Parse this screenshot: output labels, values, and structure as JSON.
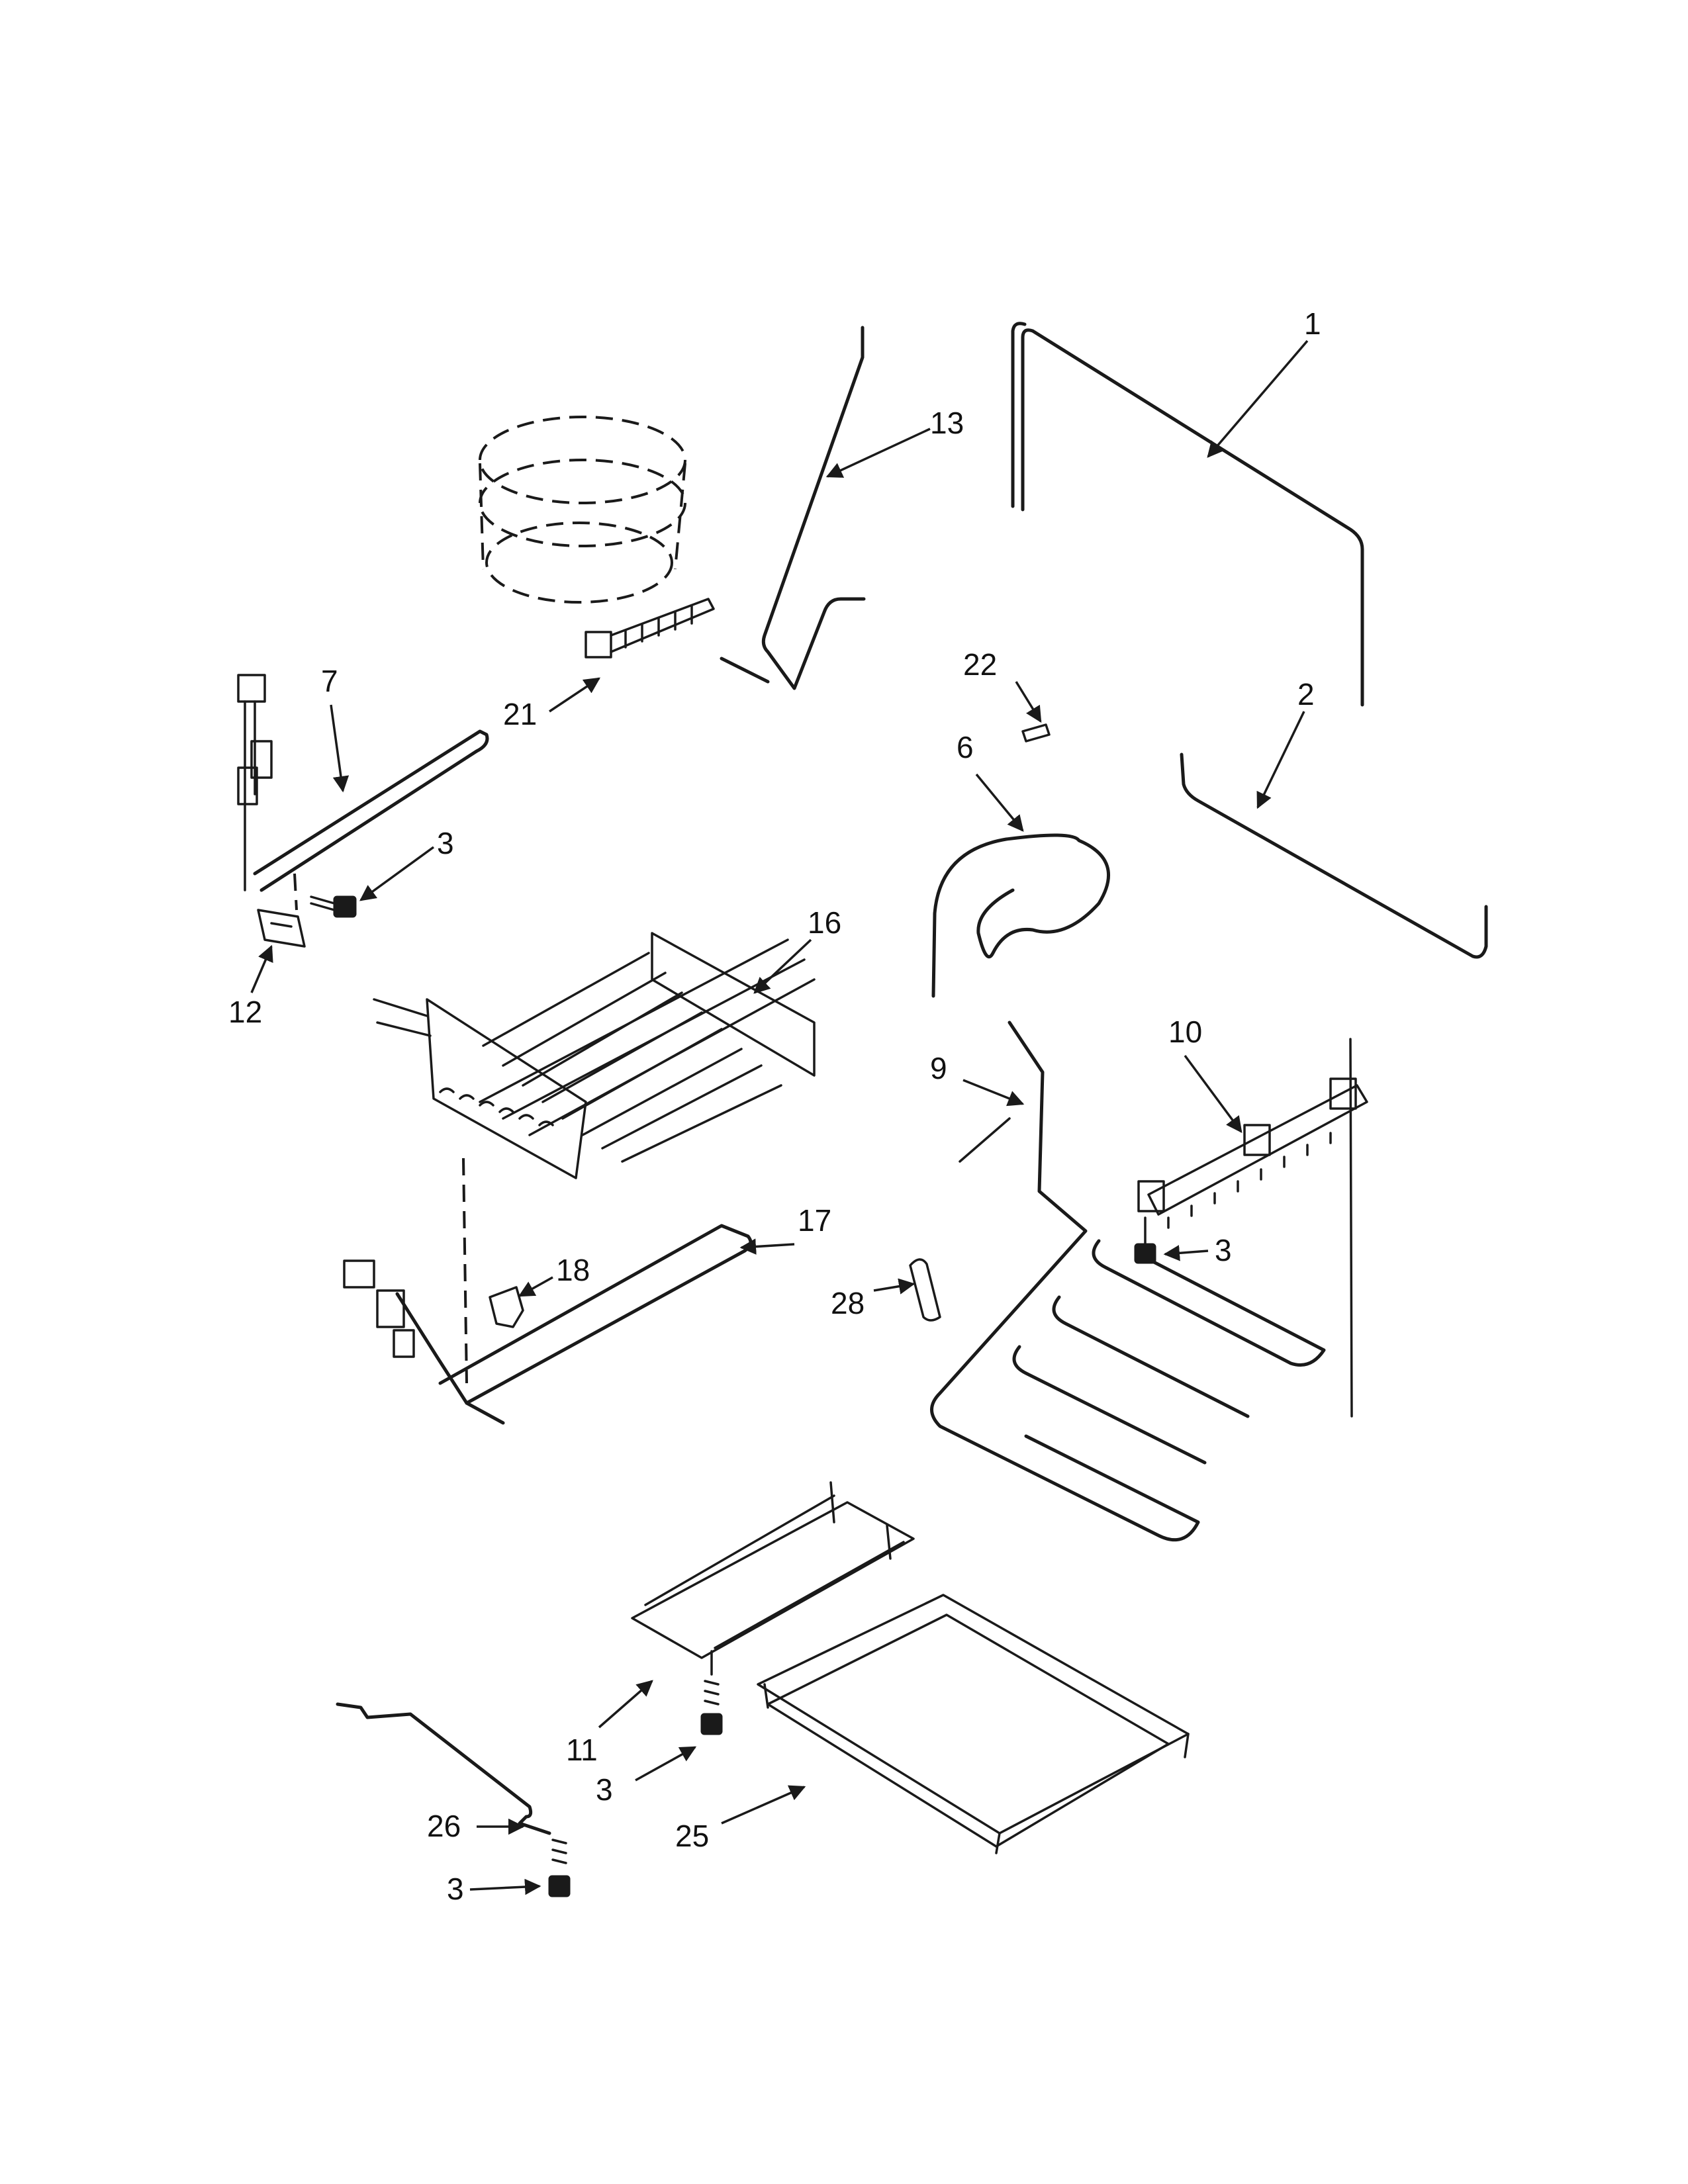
{
  "callouts": [
    {
      "id": "c1",
      "text": "1"
    },
    {
      "id": "c2",
      "text": "2"
    },
    {
      "id": "c3a",
      "text": "3"
    },
    {
      "id": "c3b",
      "text": "3"
    },
    {
      "id": "c3c",
      "text": "3"
    },
    {
      "id": "c3d",
      "text": "3"
    },
    {
      "id": "c6",
      "text": "6"
    },
    {
      "id": "c7",
      "text": "7"
    },
    {
      "id": "c9",
      "text": "9"
    },
    {
      "id": "c10",
      "text": "10"
    },
    {
      "id": "c11",
      "text": "11"
    },
    {
      "id": "c12",
      "text": "12"
    },
    {
      "id": "c13",
      "text": "13"
    },
    {
      "id": "c16",
      "text": "16"
    },
    {
      "id": "c17",
      "text": "17"
    },
    {
      "id": "c18",
      "text": "18"
    },
    {
      "id": "c21",
      "text": "21"
    },
    {
      "id": "c22",
      "text": "22"
    },
    {
      "id": "c25",
      "text": "25"
    },
    {
      "id": "c26",
      "text": "26"
    },
    {
      "id": "c28",
      "text": "28"
    }
  ],
  "colors": {
    "line": "#1a1a1a",
    "background": "#ffffff"
  }
}
